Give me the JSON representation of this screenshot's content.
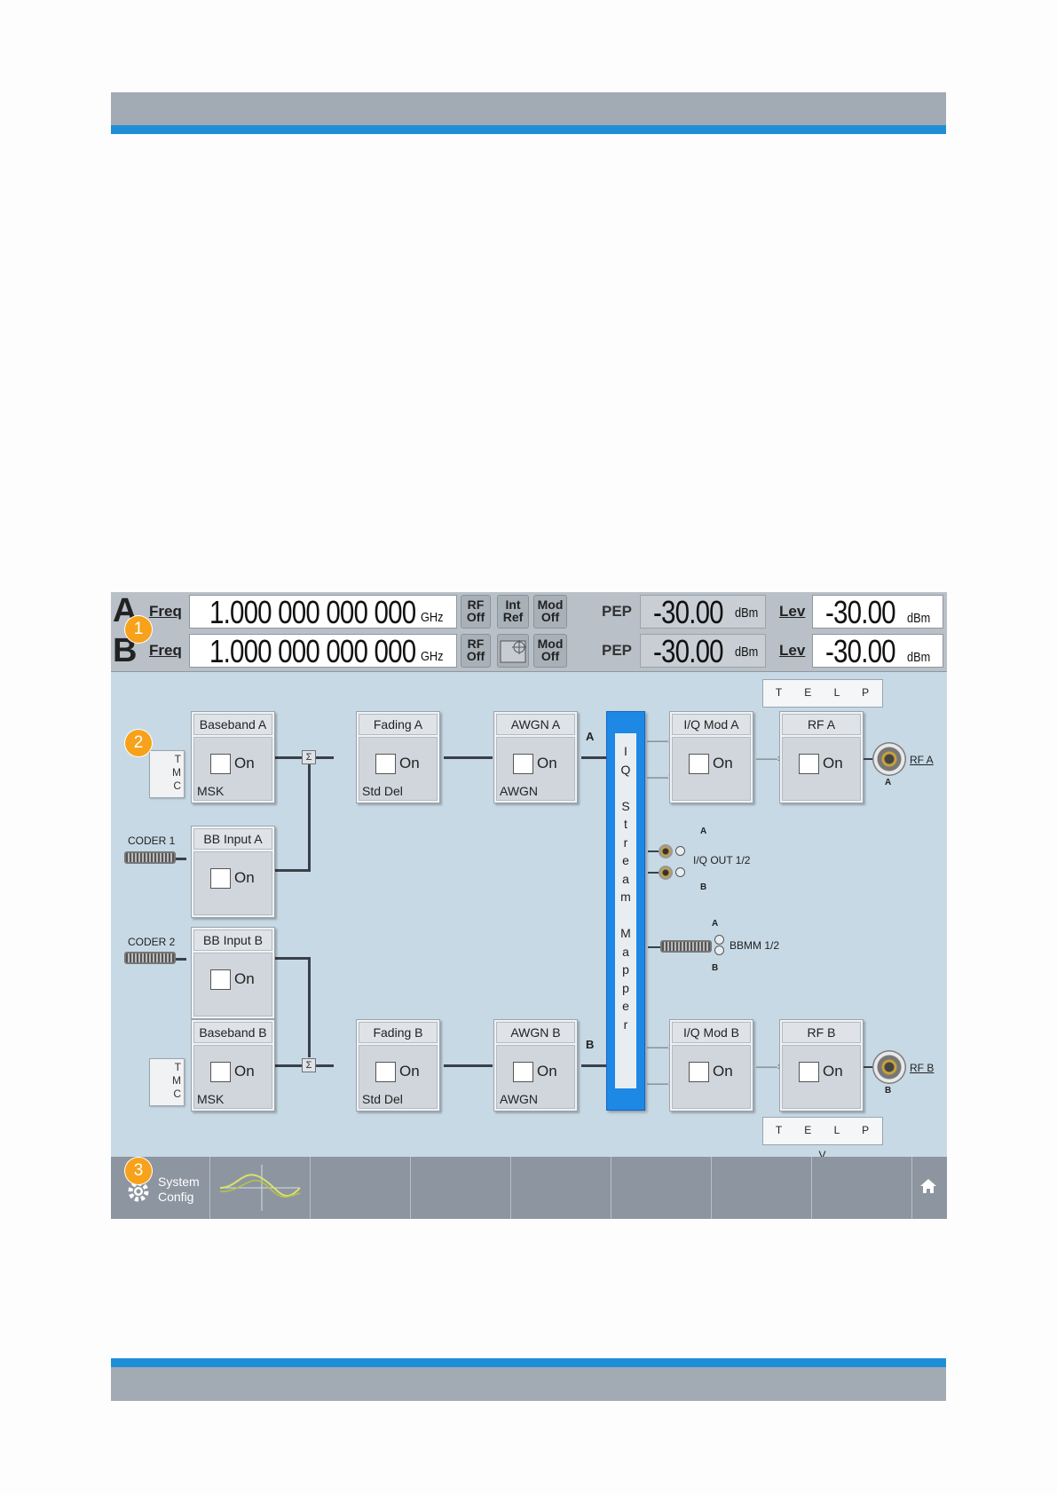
{
  "status_bar": {
    "a": {
      "channel": "A",
      "freq_label": "Freq",
      "freq_value": "1.000 000 000 000",
      "freq_unit": "GHz",
      "rf_label": "RF\nOff",
      "ref_label": "Int\nRef",
      "mod_label": "Mod\nOff",
      "pep_label": "PEP",
      "pep_value": "-30.00",
      "pep_unit": "dBm",
      "lev_label": "Lev",
      "lev_value": "-30.00",
      "lev_unit": "dBm"
    },
    "b": {
      "channel": "B",
      "freq_label": "Freq",
      "freq_value": "1.000 000 000 000",
      "freq_unit": "GHz",
      "rf_label": "RF\nOff",
      "mod_label": "Mod\nOff",
      "pep_label": "PEP",
      "pep_value": "-30.00",
      "pep_unit": "dBm",
      "lev_label": "Lev",
      "lev_value": "-30.00",
      "lev_unit": "dBm"
    }
  },
  "diagram": {
    "tmc": "T\nM\nC",
    "coder1": "CODER 1",
    "coder2": "CODER 2",
    "path_a": "A",
    "path_b": "B",
    "stream_mapper": "I\nQ\n\nS\nt\nr\ne\na\nm\n\nM\na\np\np\ne\nr",
    "tabs": "T E L P V",
    "sigma": "Σ",
    "blocks": {
      "baseband_a": {
        "title": "Baseband A",
        "on": "On",
        "sub": "MSK"
      },
      "bb_input_a": {
        "title": "BB Input A",
        "on": "On",
        "sub": ""
      },
      "bb_input_b": {
        "title": "BB Input B",
        "on": "On",
        "sub": ""
      },
      "baseband_b": {
        "title": "Baseband B",
        "on": "On",
        "sub": "MSK"
      },
      "fading_a": {
        "title": "Fading A",
        "on": "On",
        "sub": "Std Del"
      },
      "fading_b": {
        "title": "Fading B",
        "on": "On",
        "sub": "Std Del"
      },
      "awgn_a": {
        "title": "AWGN A",
        "on": "On",
        "sub": "AWGN"
      },
      "awgn_b": {
        "title": "AWGN B",
        "on": "On",
        "sub": "AWGN"
      },
      "iq_mod_a": {
        "title": "I/Q Mod A",
        "on": "On",
        "sub": ""
      },
      "iq_mod_b": {
        "title": "I/Q Mod B",
        "on": "On",
        "sub": ""
      },
      "rf_a": {
        "title": "RF A",
        "on": "On",
        "sub": ""
      },
      "rf_b": {
        "title": "RF B",
        "on": "On",
        "sub": ""
      }
    },
    "connectors": {
      "rf_a_label": "RF A",
      "rf_a_small": "A",
      "rf_b_label": "RF B",
      "rf_b_small": "B",
      "iq_out_label": "I/Q OUT 1/2",
      "iq_out_a": "A",
      "iq_out_b": "B",
      "bbmm_label": "BBMM 1/2",
      "bbmm_a": "A",
      "bbmm_b": "B"
    }
  },
  "taskbar": {
    "system_config": "System\nConfig",
    "home_icon": "home-icon"
  },
  "callouts": [
    "1",
    "2",
    "3"
  ],
  "colors": {
    "accent_blue": "#1e8fd6",
    "callout_orange": "#f7a21a",
    "diagram_bg": "#c7d9e5",
    "stream_mapper": "#1e88e5"
  }
}
